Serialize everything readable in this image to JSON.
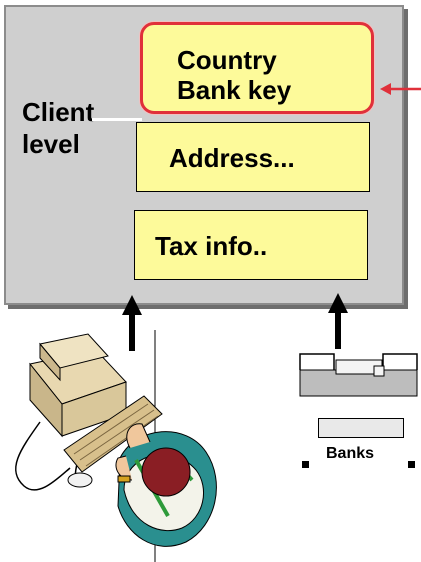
{
  "panel": {
    "client_label": "Client\nlevel",
    "boxes": {
      "country": "Country\nBank key",
      "address": "Address...",
      "tax": "Tax info.."
    }
  },
  "banks_label": "Banks",
  "colors": {
    "panel_bg": "#cfcfcf",
    "box_fill": "#fdfa9a",
    "highlight": "#e0303a"
  }
}
